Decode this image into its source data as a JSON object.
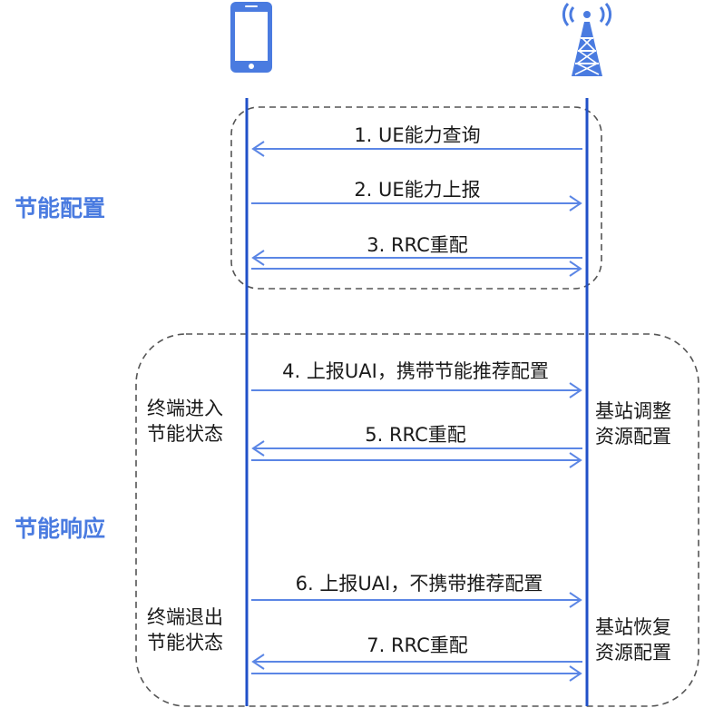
{
  "sections": {
    "config": "节能配置",
    "response": "节能响应"
  },
  "messages": [
    {
      "label": "1. UE能力查询",
      "direction": "bs-to-ue"
    },
    {
      "label": "2. UE能力上报",
      "direction": "ue-to-bs"
    },
    {
      "label": "3. RRC重配",
      "direction": "both"
    },
    {
      "label": "4. 上报UAI，携带节能推荐配置",
      "direction": "ue-to-bs"
    },
    {
      "label": "5. RRC重配",
      "direction": "both"
    },
    {
      "label": "6. 上报UAI，不携带推荐配置",
      "direction": "ue-to-bs"
    },
    {
      "label": "7. RRC重配",
      "direction": "both"
    }
  ],
  "notes": {
    "ue_enter": [
      "终端进入",
      "节能状态"
    ],
    "ue_exit": [
      "终端退出",
      "节能状态"
    ],
    "bs_adjust": [
      "基站调整",
      "资源配置"
    ],
    "bs_restore": [
      "基站恢复",
      "资源配置"
    ]
  },
  "colors": {
    "lifeline": "#2050c8",
    "arrow": "#5b86e5",
    "icon": "#4a7be0",
    "dashed_box": "#555555"
  },
  "icons": {
    "ue": "phone-icon",
    "bs": "cell-tower-icon"
  }
}
